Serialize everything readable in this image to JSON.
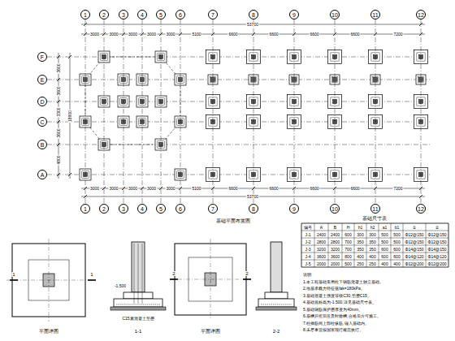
{
  "diagram": {
    "nodes": [
      {
        "text": [
          "1"
        ]
      },
      {
        "text": [
          "2"
        ]
      },
      {
        "text": [
          "3"
        ]
      },
      {
        "text": [
          "4"
        ]
      },
      {
        "text": [
          "5"
        ]
      },
      {
        "text": [
          "6"
        ]
      },
      {
        "text": [
          "7"
        ]
      },
      {
        "text": [
          "8"
        ]
      },
      {
        "text": [
          "9"
        ]
      },
      {
        "text": [
          "10"
        ]
      },
      {
        "text": [
          "11"
        ]
      },
      {
        "text": [
          "12"
        ]
      },
      {
        "text": [
          "F"
        ]
      },
      {
        "text": [
          "E"
        ]
      },
      {
        "text": [
          "D"
        ]
      },
      {
        "text": [
          "C"
        ]
      },
      {
        "text": [
          "B"
        ]
      },
      {
        "text": [
          "A"
        ]
      },
      {
        "text": [
          "1"
        ]
      },
      {
        "text": [
          "2"
        ]
      },
      {
        "text": [
          "3"
        ]
      },
      {
        "text": [
          "4"
        ]
      },
      {
        "text": [
          "5"
        ]
      },
      {
        "text": [
          "6"
        ]
      },
      {
        "text": [
          "7"
        ]
      },
      {
        "text": [
          "8"
        ]
      },
      {
        "text": [
          "9"
        ]
      },
      {
        "text": [
          "10"
        ]
      },
      {
        "text": [
          "11"
        ]
      },
      {
        "text": [
          "12"
        ]
      }
    ],
    "edges": [
      {
        "from": 0,
        "to": 18,
        "arrow": "none"
      },
      {
        "from": 1,
        "to": 19,
        "arrow": "none"
      },
      {
        "from": 2,
        "to": 20,
        "arrow": "none"
      },
      {
        "from": 3,
        "to": 21,
        "arrow": "none"
      },
      {
        "from": 4,
        "to": 22,
        "arrow": "none"
      },
      {
        "from": 5,
        "to": 23,
        "arrow": "none"
      },
      {
        "from": 6,
        "to": 24,
        "arrow": "none"
      },
      {
        "from": 7,
        "to": 25,
        "arrow": "none"
      },
      {
        "from": 8,
        "to": 26,
        "arrow": "none"
      },
      {
        "from": 9,
        "to": 27,
        "arrow": "none"
      },
      {
        "from": 10,
        "to": 28,
        "arrow": "none"
      },
      {
        "from": 11,
        "to": 29,
        "arrow": "none"
      }
    ],
    "labels": [
      "基础平面布置图",
      "53700",
      "3000",
      "3000",
      "3000",
      "3000",
      "3000",
      "5100",
      "6600",
      "6600",
      "6600",
      "6600",
      "7200",
      "3000",
      "3000",
      "3000",
      "3000",
      "3000",
      "5100",
      "6600",
      "6600",
      "6600",
      "6600",
      "7200",
      "53700",
      "4800",
      "3600",
      "3300",
      "3600",
      "3600",
      "18900",
      "基础尺寸表",
      "编号",
      "A",
      "B",
      "H",
      "h1",
      "h2",
      "a1",
      "b1",
      "①",
      "②",
      "J-1",
      "2400",
      "2400",
      "600",
      "300",
      "300",
      "500",
      "500",
      "Φ12@150",
      "Φ12@150",
      "J-2",
      "2800",
      "2800",
      "700",
      "350",
      "350",
      "500",
      "500",
      "Φ12@150",
      "Φ12@150",
      "J-3",
      "3200",
      "3200",
      "700",
      "350",
      "350",
      "600",
      "600",
      "Φ14@150",
      "Φ14@150",
      "J-4",
      "3600",
      "3600",
      "800",
      "400",
      "400",
      "600",
      "600",
      "Φ14@120",
      "Φ14@120",
      "J-5",
      "2000",
      "2000",
      "500",
      "250",
      "250",
      "400",
      "400",
      "Φ12@200",
      "Φ12@200",
      "说明:",
      "1.本工程基础采用柱下钢筋混凝土独立基础。",
      "2.地基承载力特征值fak=180kPa。",
      "3.基础混凝土强度等级C30,垫层C15。",
      "4.基础底标高为-1.500,详见基础尺寸表。",
      "5.基础钢筋保护层厚度为40mm。",
      "6.基槽开挖后应及时验槽,合格后方可施工。",
      "7.柱插筋同上部柱纵筋,锚入基础内。",
      "8.未尽事宜按国家现行规范执行。",
      "1",
      "1",
      "2",
      "2",
      "平面详图",
      "1-1",
      "平面详图",
      "2-2",
      "-1.500",
      "C15素混凝土垫层"
    ]
  }
}
